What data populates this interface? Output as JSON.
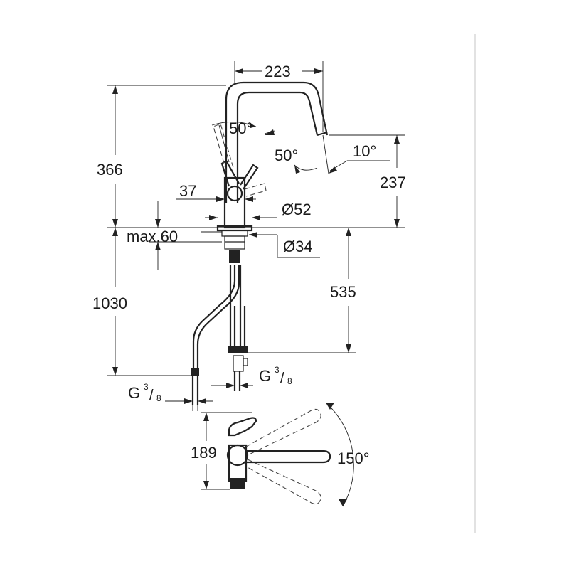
{
  "drawing": {
    "colors": {
      "ink": "#222222",
      "background": "#ffffff",
      "separator": "#d8d8d8"
    },
    "dimensions": {
      "reach": "223",
      "total_height": "366",
      "spout_height": "237",
      "lever_angle_up": "50°",
      "lever_angle_down": "50°",
      "spout_tilt": "10°",
      "lever_offset": "37",
      "base_diameter": "Ø52",
      "deck_max": "max.60",
      "hole_diameter": "Ø34",
      "hose_length": "1030",
      "supply_length": "535",
      "connection_left_main": "G",
      "connection_left_sup": "3",
      "connection_left_sub": "8",
      "connection_right_main": "G",
      "connection_right_sup": "3",
      "connection_right_sub": "8",
      "plan_depth": "189",
      "swivel_angle": "150°"
    }
  }
}
